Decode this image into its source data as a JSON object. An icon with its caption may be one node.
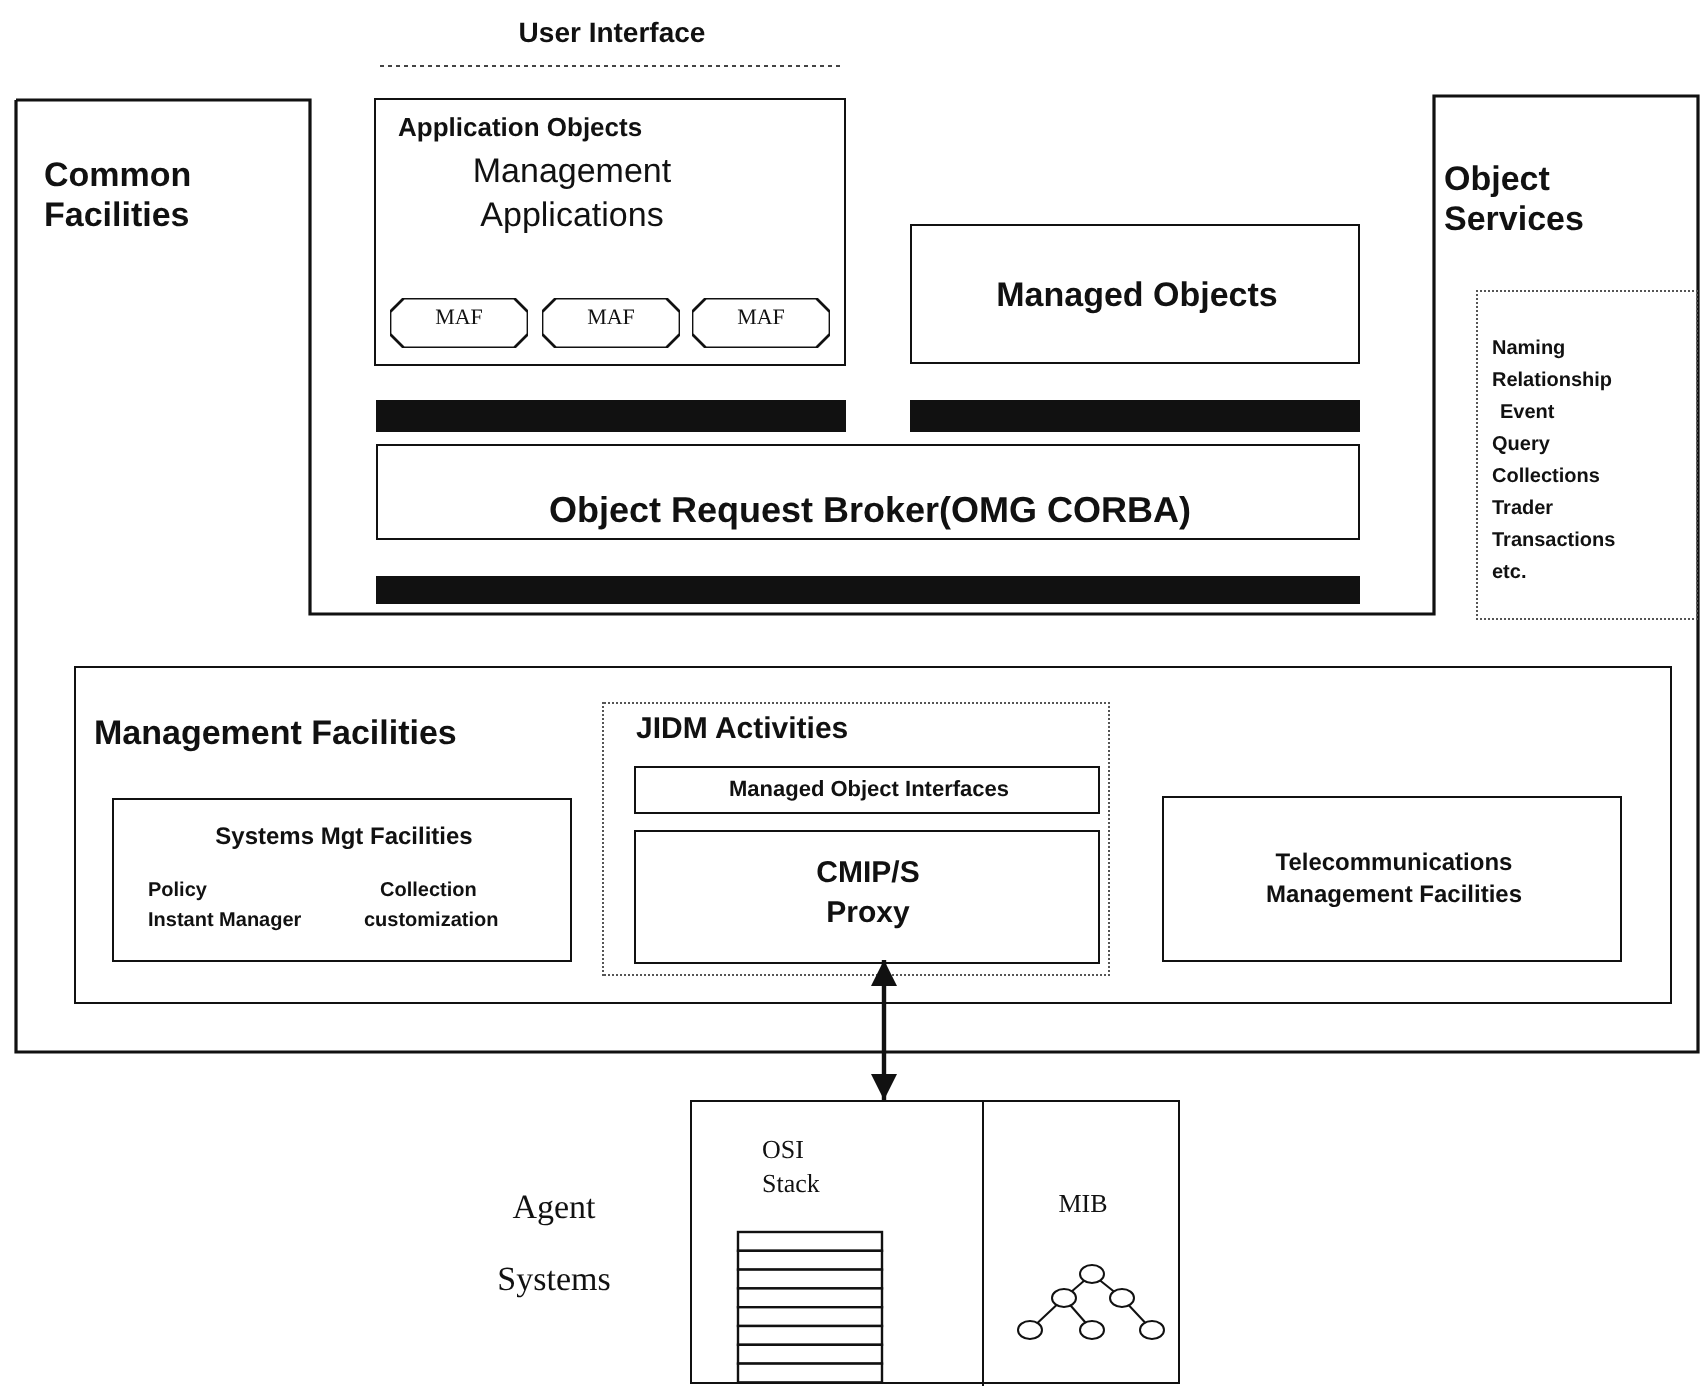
{
  "diagram": {
    "nodes": [
      {
        "text": [
          "Common Facilities",
          "Object Services"
        ]
      },
      {
        "text": [
          "Application Objects",
          "Management Applications"
        ],
        "beside": [
          "User Interface"
        ]
      },
      {
        "text": [
          "MAF"
        ],
        "in": 1
      },
      {
        "text": [
          "MAF"
        ],
        "in": 1
      },
      {
        "text": [
          "MAF"
        ],
        "in": 1
      },
      {
        "text": [
          "Managed Objects"
        ]
      },
      {
        "text": [
          "Object Request Broker(OMG CORBA)"
        ]
      },
      {
        "text": [
          "Naming",
          "Relationship",
          "Event",
          "Query",
          "Collections",
          "Trader",
          "Transactions",
          "etc."
        ],
        "in": 0
      },
      {
        "text": [
          "Management Facilities"
        ],
        "in": 0
      },
      {
        "text": [
          "Systems Mgt Facilities",
          "Policy",
          "Collection",
          "Instant Manager",
          "customization"
        ],
        "in": 8
      },
      {
        "text": [
          "JIDM Activities"
        ],
        "in": 8
      },
      {
        "text": [
          "Managed Object Interfaces"
        ],
        "in": 10
      },
      {
        "text": [
          "CMIP/S Proxy"
        ],
        "in": 10
      },
      {
        "text": [
          "Telecommunications Management Facilities"
        ],
        "in": 8
      },
      {
        "text": [],
        "shape": "box",
        "beside": [
          "Agent Systems"
        ]
      },
      {
        "text": [
          "OSI Stack"
        ],
        "in": 14
      },
      {
        "text": [
          "MIB"
        ],
        "in": 14
      },
      {
        "text": [],
        "shape": "bar"
      },
      {
        "text": [],
        "shape": "bar"
      },
      {
        "text": [],
        "shape": "bar"
      }
    ],
    "edges": [
      {
        "from": 12,
        "to": 15,
        "arrow": "both"
      }
    ]
  }
}
